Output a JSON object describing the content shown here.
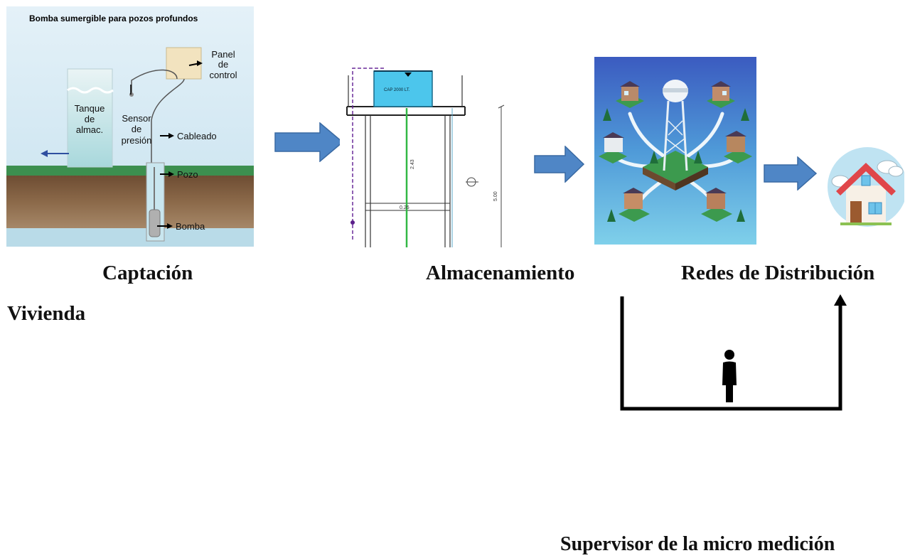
{
  "stages": {
    "captacion": "Captación",
    "almacenamiento": "Almacenamiento",
    "redes": "Redes de Distribución",
    "vivienda": "Vivienda"
  },
  "supervisor": "Supervisor de la micro medición",
  "pump_diagram": {
    "title": "Bomba sumergible para pozos profundos",
    "tank_label": [
      "Tanque",
      "de",
      "almac."
    ],
    "sensor_label": [
      "Sensor",
      "de",
      "presión"
    ],
    "panel_label": [
      "Panel",
      "de",
      "control"
    ],
    "cable_label": "Cableado",
    "well_label": "Pozo",
    "pump_label": "Bomba"
  },
  "tower_drawing": {
    "tank_text": "CAP 2000 LT.",
    "dim_height": "2.43",
    "dim_total": "5.00",
    "dim_small": "0.26"
  },
  "colors": {
    "arrow_fill": "#4f86c6",
    "arrow_stroke": "#3a6aa3",
    "sky": "#cfe6f2",
    "ground": "#7a5a3c",
    "grass": "#3c8f4f"
  }
}
